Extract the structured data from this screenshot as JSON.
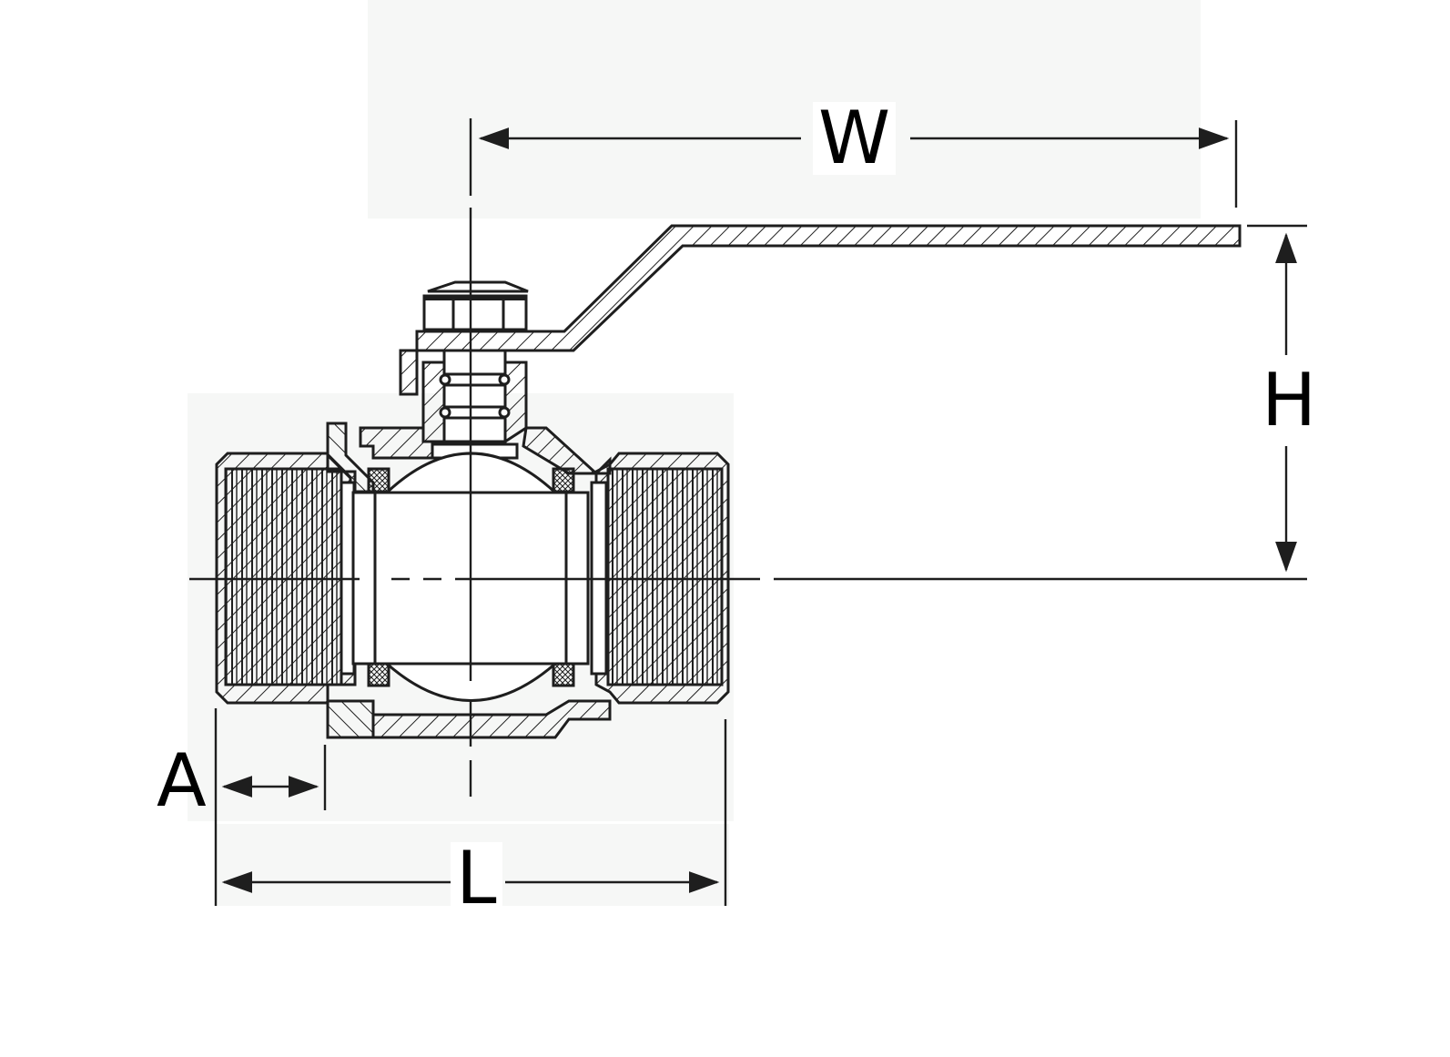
{
  "diagram": {
    "subject": "Ball valve cross-section with lever handle",
    "dimensions": {
      "W": "W",
      "H": "H",
      "A": "A",
      "L": "L"
    },
    "colors": {
      "line": "#1e1e1e",
      "background": "#ffffff",
      "scan_tint": "#f4f5f4"
    }
  }
}
